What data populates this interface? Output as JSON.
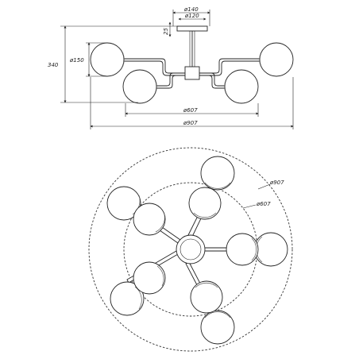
{
  "dimensions": {
    "d140": "ø140",
    "d120": "ø120",
    "h25": "25",
    "h340": "340",
    "d150": "ø150",
    "d607": "ø607",
    "d907": "ø907"
  },
  "top_view": {
    "d907": "ø907",
    "d607": "ø607"
  }
}
